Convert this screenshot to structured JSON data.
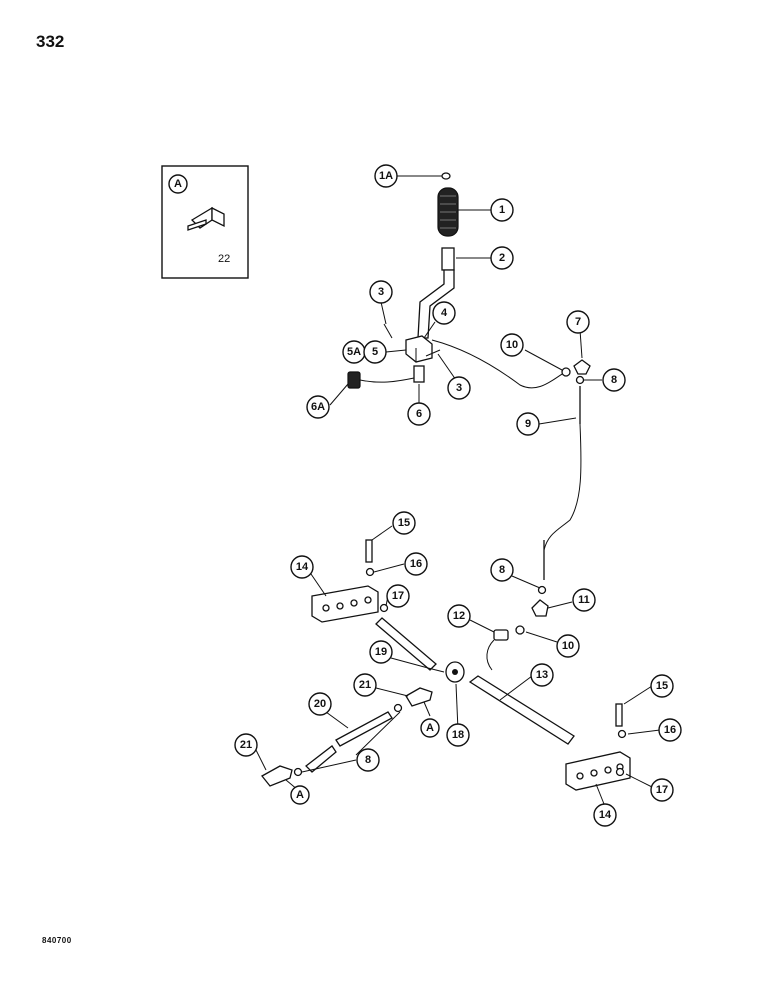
{
  "page": {
    "number": "332",
    "footer_code": "840700"
  },
  "inset": {
    "view_letter": "A",
    "part_number": "22"
  },
  "callouts": [
    {
      "label": "1A"
    },
    {
      "label": "1"
    },
    {
      "label": "2"
    },
    {
      "label": "3"
    },
    {
      "label": "4"
    },
    {
      "label": "5A"
    },
    {
      "label": "5"
    },
    {
      "label": "3"
    },
    {
      "label": "6A"
    },
    {
      "label": "6"
    },
    {
      "label": "7"
    },
    {
      "label": "10"
    },
    {
      "label": "8"
    },
    {
      "label": "9"
    },
    {
      "label": "15"
    },
    {
      "label": "16"
    },
    {
      "label": "14"
    },
    {
      "label": "17"
    },
    {
      "label": "8"
    },
    {
      "label": "11"
    },
    {
      "label": "12"
    },
    {
      "label": "10"
    },
    {
      "label": "13"
    },
    {
      "label": "19"
    },
    {
      "label": "21"
    },
    {
      "label": "A"
    },
    {
      "label": "18"
    },
    {
      "label": "20"
    },
    {
      "label": "8"
    },
    {
      "label": "21"
    },
    {
      "label": "A"
    },
    {
      "label": "15"
    },
    {
      "label": "16"
    },
    {
      "label": "14"
    },
    {
      "label": "17"
    }
  ]
}
